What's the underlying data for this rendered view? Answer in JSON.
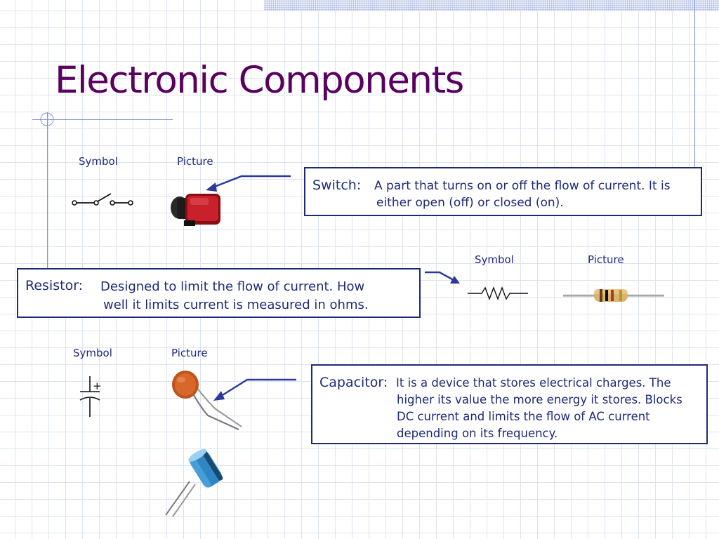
{
  "slide": {
    "title": "Electronic Components"
  },
  "switch_section": {
    "symbol_label": "Symbol",
    "picture_label": "Picture",
    "term": "Switch:",
    "definition_lines": [
      "A part that turns on or off the flow of current. It is",
      "either open (off) or closed (on)."
    ]
  },
  "resistor_section": {
    "symbol_label": "Symbol",
    "picture_label": "Picture",
    "term": "Resistor:",
    "definition_lines": [
      "Designed to limit the flow of current. How",
      "well it limits current is measured in ohms."
    ]
  },
  "capacitor_section": {
    "symbol_label": "Symbol",
    "picture_label": "Picture",
    "term": "Capacitor:",
    "definition_lines": [
      "It is a device that stores electrical charges. The",
      "higher its value the more energy it stores. Blocks",
      "DC current and limits the flow of AC current",
      "depending on its frequency."
    ],
    "polarity_mark": "+"
  },
  "colors": {
    "title": "#5a0061",
    "text": "#1e2a78",
    "accent_line": "#7d8fcf"
  }
}
